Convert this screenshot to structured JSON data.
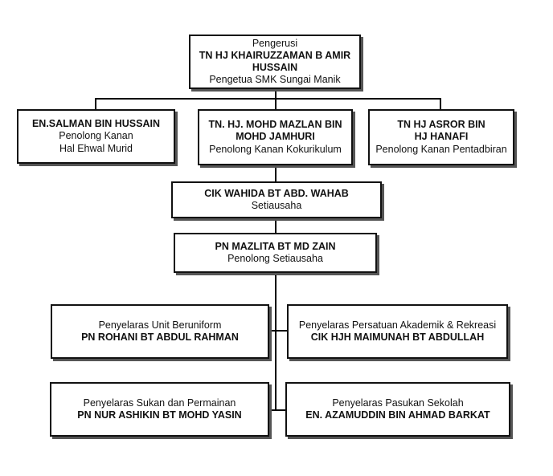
{
  "chairman": {
    "role": "Pengerusi",
    "name": "TN HJ KHAIRUZZAMAN B AMIR HUSSAIN",
    "title": "Pengetua SMK Sungai Manik"
  },
  "vp_left": {
    "name": "EN.SALMAN BIN HUSSAIN",
    "line1": "Penolong Kanan",
    "line2": "Hal Ehwal Murid"
  },
  "vp_center": {
    "name": "TN. HJ. MOHD MAZLAN BIN MOHD JAMHURI",
    "title": "Penolong Kanan Kokurikulum"
  },
  "vp_right": {
    "name_line1": "TN HJ ASROR BIN",
    "name_line2": "HJ HANAFI",
    "title": "Penolong Kanan Pentadbiran"
  },
  "secretary": {
    "name": "CIK WAHIDA BT ABD. WAHAB",
    "title": "Setiausaha"
  },
  "asst_secretary": {
    "name": "PN MAZLITA BT MD ZAIN",
    "title": "Penolong Setiausaha"
  },
  "coord_uniform": {
    "title": "Penyelaras Unit Beruniform",
    "name": "PN ROHANI BT ABDUL RAHMAN"
  },
  "coord_academic": {
    "title": "Penyelaras Persatuan Akademik & Rekreasi",
    "name": "CIK HJH MAIMUNAH BT ABDULLAH"
  },
  "coord_sports": {
    "title": "Penyelaras Sukan dan Permainan",
    "name": "PN NUR ASHIKIN BT MOHD YASIN"
  },
  "coord_school_team": {
    "title": "Penyelaras Pasukan Sekolah",
    "name": "EN. AZAMUDDIN BIN AHMAD BARKAT"
  }
}
